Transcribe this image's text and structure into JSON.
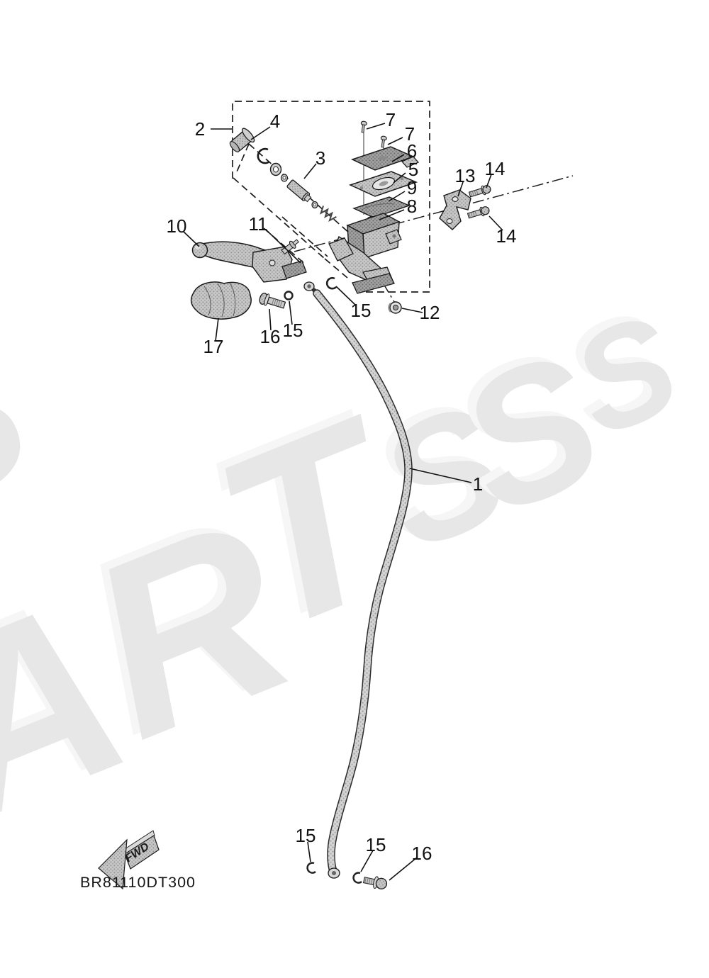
{
  "watermark": {
    "letters": [
      "S",
      "A",
      "R",
      "T",
      "S",
      "S",
      "S"
    ],
    "color": "#e7e7e7"
  },
  "callouts": [
    "2",
    "4",
    "3",
    "7",
    "7",
    "6",
    "5",
    "9",
    "8",
    "13",
    "14",
    "14",
    "10",
    "11",
    "17",
    "16",
    "15",
    "15",
    "12",
    "1",
    "15",
    "15",
    "16"
  ],
  "footer": {
    "part_code": "BR81110DT300",
    "direction_label": "FWD"
  },
  "colors": {
    "paper": "#ffffff",
    "ink": "#1a1a1a",
    "part_fill": "#c7c7c7",
    "watermark": "#e7e7e7"
  }
}
